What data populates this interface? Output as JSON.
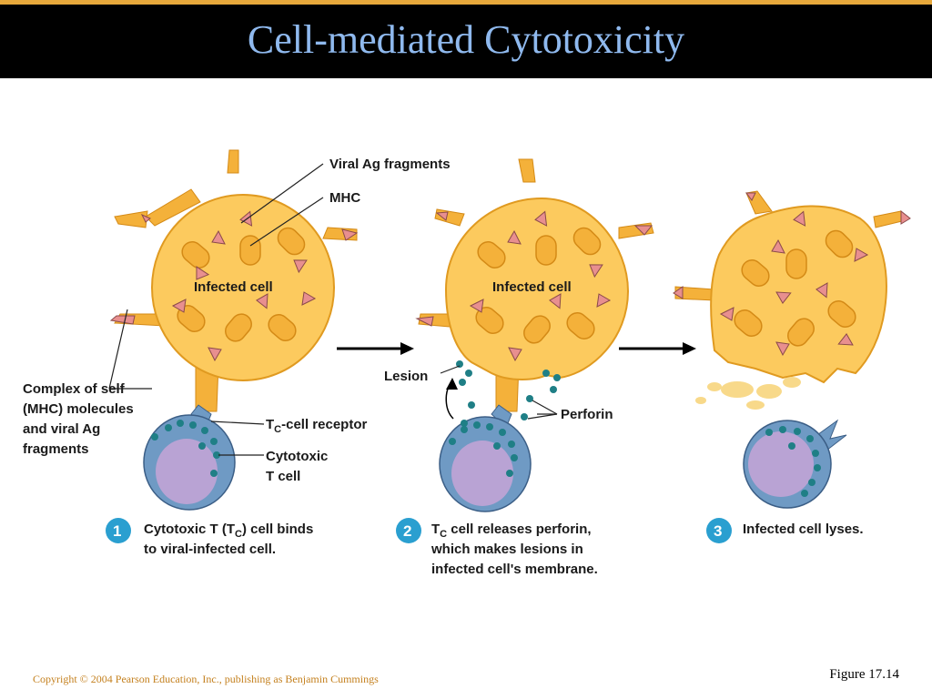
{
  "slide": {
    "title": "Cell-mediated Cytotoxicity",
    "copyright": "Copyright © 2004 Pearson Education, Inc., publishing as Benjamin Cummings",
    "figure": "Figure 17.14"
  },
  "labels": {
    "viral_ag": "Viral Ag fragments",
    "mhc": "MHC",
    "infected_cell": "Infected cell",
    "complex_lines": [
      "Complex of self",
      "(MHC) molecules",
      "and viral Ag",
      "fragments"
    ],
    "tc_receptor_pre": "T",
    "tc_receptor_sub": "C",
    "tc_receptor_post": "-cell receptor",
    "cytotoxic_lines": [
      "Cytotoxic",
      "T cell"
    ],
    "lesion": "Lesion",
    "perforin": "Perforin"
  },
  "steps": [
    {
      "number": "1",
      "lines": [
        "Cytotoxic T (T",
        "C",
        ") cell binds",
        "to viral-infected cell."
      ]
    },
    {
      "number": "2",
      "lines": [
        "T",
        "C",
        " cell releases perforin,",
        "which makes lesions in",
        "infected cell's membrane."
      ]
    },
    {
      "number": "3",
      "lines": [
        "Infected cell lyses."
      ]
    }
  ],
  "colors": {
    "cell_fill": "#fcca5e",
    "cell_stroke": "#e09a20",
    "tcell_fill": "#6f9ac4",
    "nucleus": "#b9a3d4",
    "perforin": "#1f7f86",
    "step_circle": "#2a9fd0",
    "title_text": "#8fb9ee"
  }
}
